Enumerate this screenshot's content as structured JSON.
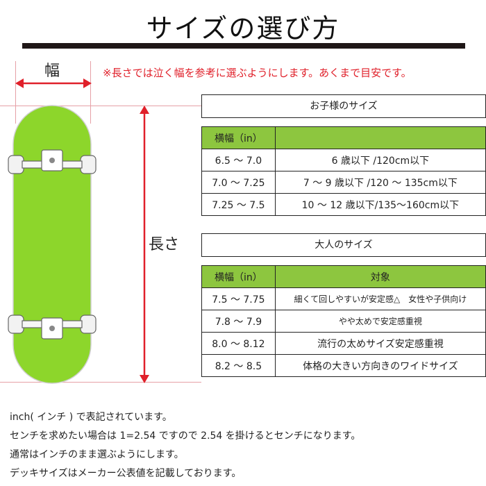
{
  "title": "サイズの選び方",
  "diagram": {
    "width_label": "幅",
    "length_label": "長さ",
    "board_color": "#8dd62b",
    "line_color": "#e0202a"
  },
  "note": "※長さでは泣く幅を参考に選ぶようにします。あくまで目安です。",
  "kids_table": {
    "title": "お子様のサイズ",
    "headers": [
      "横幅（in）",
      ""
    ],
    "rows": [
      [
        "6.5 ～ 7.0",
        "6 歳以下 /120cm以下"
      ],
      [
        "7.0 ～ 7.25",
        "7 ～ 9 歳以下 /120 ～ 135cm以下"
      ],
      [
        "7.25 ～ 7.5",
        "10 ～ 12 歳以下/135～160cm以下"
      ]
    ]
  },
  "adult_table": {
    "title": "大人のサイズ",
    "headers": [
      "横幅（in）",
      "対象"
    ],
    "rows": [
      [
        "7.5 ～ 7.75",
        "細くて回しやすいが安定感△　女性や子供向け"
      ],
      [
        "7.8 ～ 7.9",
        "やや太めで安定感重視"
      ],
      [
        "8.0 ～ 8.12",
        "流行の太めサイズ安定感重視"
      ],
      [
        "8.2 ～ 8.5",
        "体格の大きい方向きのワイドサイズ"
      ]
    ]
  },
  "footer": [
    "inch( インチ ) で表記されています。",
    "センチを求めたい場合は 1=2.54 ですので 2.54 を掛けるとセンチになります。",
    "通常はインチのまま選ぶようにします。",
    "デッキサイズはメーカー公表値を記載しております。"
  ],
  "colors": {
    "header_green": "#8dc63f",
    "note_red": "#e0202a",
    "bar": "#1f1717"
  }
}
